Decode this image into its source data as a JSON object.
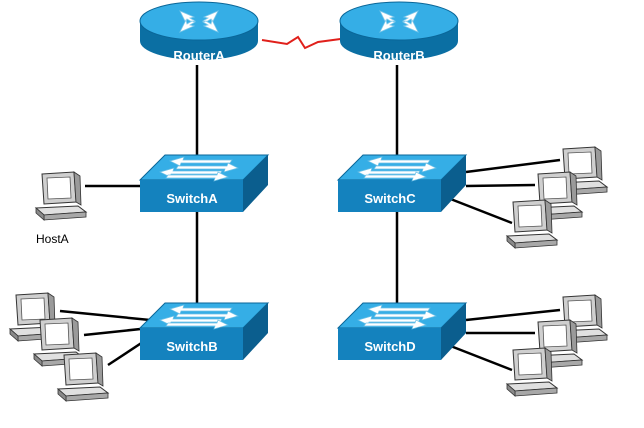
{
  "diagram": {
    "routers": [
      {
        "id": "routerA",
        "label": "RouterA"
      },
      {
        "id": "routerB",
        "label": "RouterB"
      }
    ],
    "switches": [
      {
        "id": "switchA",
        "label": "SwitchA"
      },
      {
        "id": "switchB",
        "label": "SwitchB"
      },
      {
        "id": "switchC",
        "label": "SwitchC"
      },
      {
        "id": "switchD",
        "label": "SwitchD"
      }
    ],
    "hosts": [
      {
        "id": "hostA",
        "label": "HostA"
      }
    ],
    "links": [
      {
        "from": "routerA",
        "to": "routerB",
        "type": "serial"
      },
      {
        "from": "routerA",
        "to": "switchA",
        "type": "ethernet"
      },
      {
        "from": "routerB",
        "to": "switchC",
        "type": "ethernet"
      },
      {
        "from": "switchA",
        "to": "switchB",
        "type": "ethernet"
      },
      {
        "from": "switchC",
        "to": "switchD",
        "type": "ethernet"
      },
      {
        "from": "switchA",
        "to": "hostA",
        "type": "ethernet"
      },
      {
        "from": "switchB",
        "to": "pc-group-b",
        "count": 3,
        "type": "ethernet"
      },
      {
        "from": "switchC",
        "to": "pc-group-c",
        "count": 3,
        "type": "ethernet"
      },
      {
        "from": "switchD",
        "to": "pc-group-d",
        "count": 3,
        "type": "ethernet"
      }
    ],
    "colors": {
      "device_blue": "#1b8fc7",
      "device_dark": "#0b5e8e",
      "serial_link": "#e0201b",
      "ethernet_link": "#000000",
      "pc_body": "#e6e6e6"
    }
  }
}
